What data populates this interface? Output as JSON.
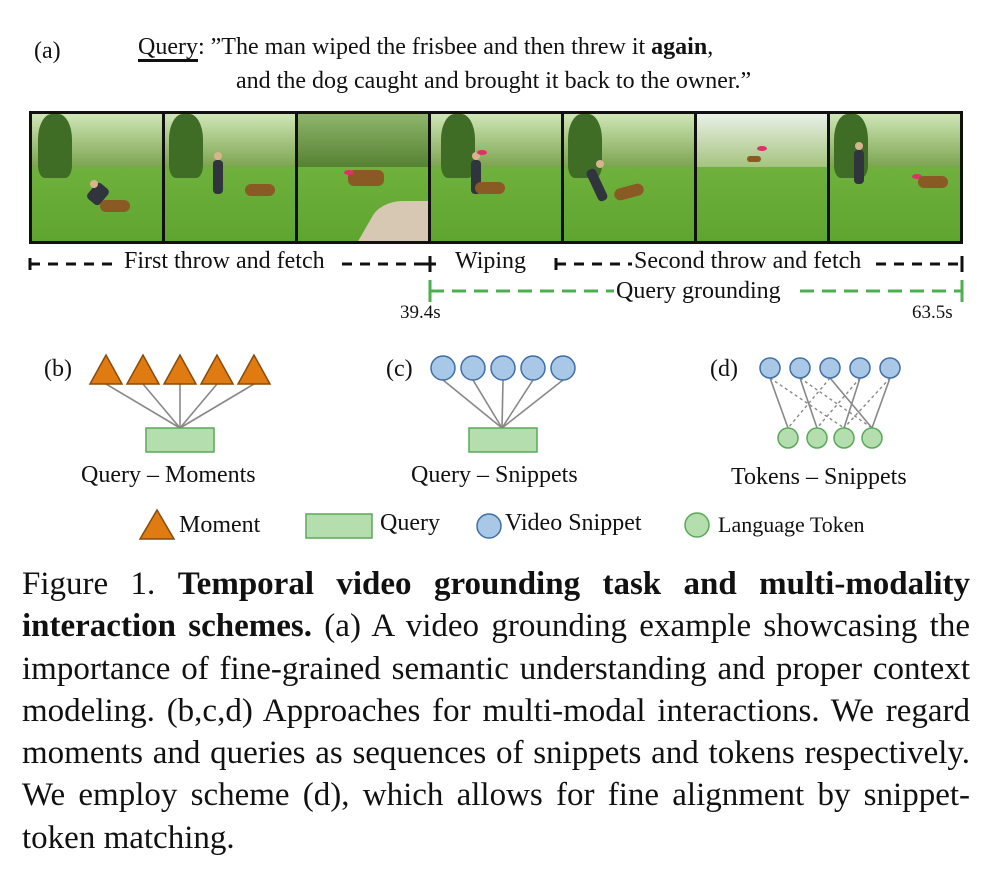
{
  "panel_a": {
    "label": "(a)",
    "query_label": "Query",
    "query_colon": ":",
    "query_line1_pre": "”The man wiped the frisbee and then threw it ",
    "query_line1_bold": "again",
    "query_line1_post": ",",
    "query_line2": "and the dog caught and brought it back to the owner.”",
    "segments": [
      "First throw and fetch",
      "Wiping",
      "Second throw and fetch"
    ],
    "grounding_label": "Query grounding",
    "start_time": "39.4s",
    "end_time": "63.5s",
    "frame_count": 7
  },
  "panels": {
    "b": {
      "label": "(b)",
      "title": "Query – Moments"
    },
    "c": {
      "label": "(c)",
      "title": "Query – Snippets"
    },
    "d": {
      "label": "(d)",
      "title": "Tokens – Snippets"
    }
  },
  "legend": {
    "moment": "Moment",
    "query": "Query",
    "video_snippet": "Video Snippet",
    "language_token": "Language Token"
  },
  "colors": {
    "moment": "#e07b12",
    "query_fill": "#b5deae",
    "query_stroke": "#5aa85a",
    "snippet_fill": "#a9c8e8",
    "snippet_stroke": "#3f6fa6",
    "token_fill": "#b5deae",
    "token_stroke": "#5aa85a",
    "grounding_line": "#4caf50"
  },
  "caption": {
    "figure_label": "Figure 1. ",
    "title": "Temporal video grounding task and multi-modality interaction schemes.",
    "body": " (a) A video grounding example showcasing the importance of fine-grained semantic understanding and proper context modeling.  (b,c,d) Approaches for multi-modal interactions. We regard moments and queries as sequences of snippets and tokens respectively. We employ scheme (d), which allows for fine alignment by snippet-token matching."
  }
}
